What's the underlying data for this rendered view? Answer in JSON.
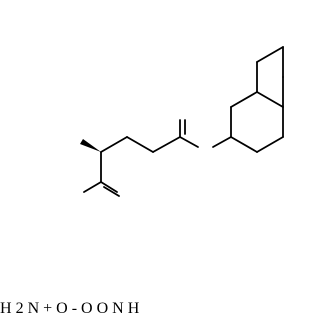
{
  "molecule": {
    "colors": {
      "carbon": "#000000",
      "nitrogen": "#0000ff",
      "oxygen": "#ff0000"
    },
    "labels": {
      "ammonium_h": "H",
      "ammonium_h_count": "2",
      "ammonium_n": "N",
      "ammonium_charge": "+",
      "carboxylate_o": "O",
      "carboxylate_charge": "-",
      "carbonyl_o": "O",
      "carboxyl_o": "O",
      "amide_n": "N",
      "amide_h": "H"
    }
  }
}
